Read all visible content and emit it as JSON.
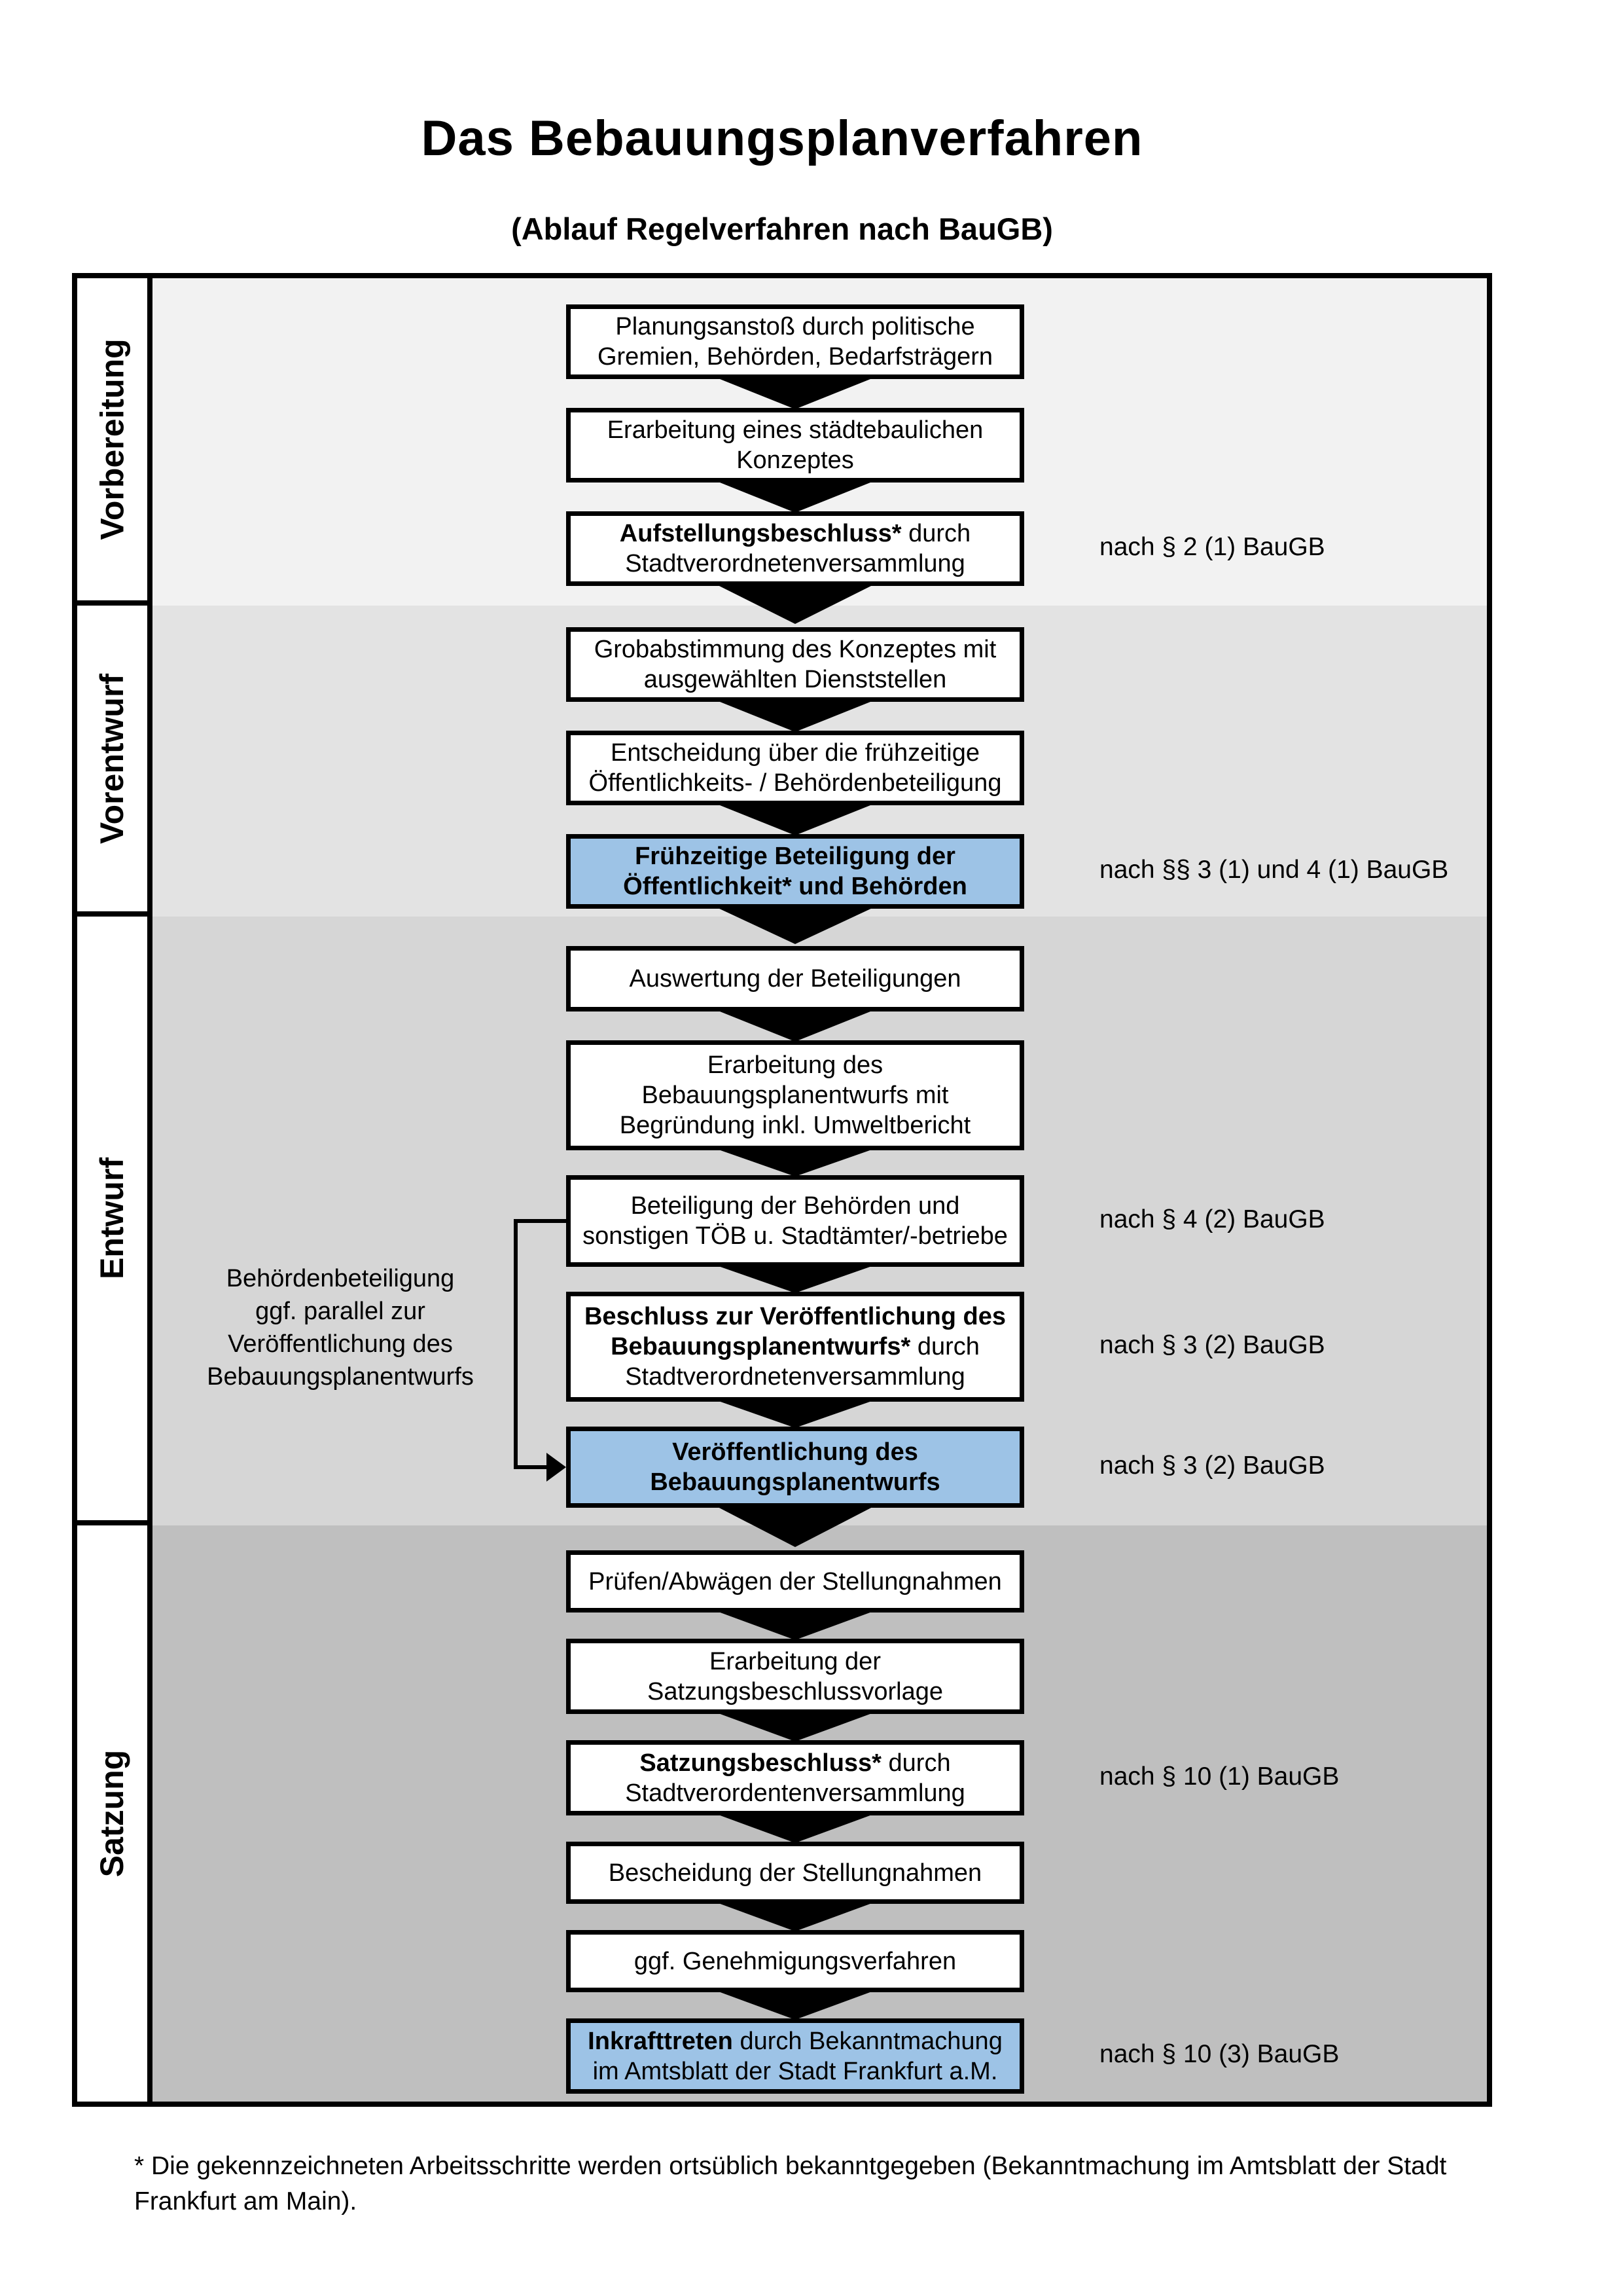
{
  "header": {
    "title": "Das Bebauungsplanverfahren",
    "subtitle": "(Ablauf Regelverfahren nach BauGB)"
  },
  "phases": [
    {
      "label": "Vorbereitung"
    },
    {
      "label": "Vorentwurf"
    },
    {
      "label": "Entwurf"
    },
    {
      "label": "Satzung"
    }
  ],
  "steps": [
    {
      "lines": [
        {
          "t": "Planungsanstoß durch politische"
        },
        {
          "t": "Gremien, Behörden, Bedarfsträgern"
        }
      ]
    },
    {
      "lines": [
        {
          "t": "Erarbeitung eines städtebaulichen"
        },
        {
          "t": "Konzeptes"
        }
      ]
    },
    {
      "lines": [
        {
          "b": "Aufstellungsbeschluss*",
          "t": " durch"
        },
        {
          "t": "Stadtverordnetenversammlung"
        }
      ]
    },
    {
      "lines": [
        {
          "t": "Grobabstimmung des Konzeptes mit"
        },
        {
          "t": "ausgewählten Dienststellen"
        }
      ]
    },
    {
      "lines": [
        {
          "t": "Entscheidung über die frühzeitige"
        },
        {
          "t": "Öffentlichkeits- / Behördenbeteiligung"
        }
      ]
    },
    {
      "highlighted": true,
      "lines": [
        {
          "b": "Frühzeitige Beteiligung der"
        },
        {
          "b": "Öffentlichkeit* und Behörden"
        }
      ]
    },
    {
      "lines": [
        {
          "t": "Auswertung der Beteiligungen"
        }
      ]
    },
    {
      "lines": [
        {
          "t": "Erarbeitung des"
        },
        {
          "t": "Bebauungsplanentwurfs mit"
        },
        {
          "t": "Begründung inkl. Umweltbericht"
        }
      ]
    },
    {
      "lines": [
        {
          "t": "Beteiligung der Behörden und"
        },
        {
          "t": "sonstigen TÖB u. Stadtämter/-betriebe"
        }
      ]
    },
    {
      "lines": [
        {
          "b": "Beschluss zur Veröffentlichung des"
        },
        {
          "b": "Bebauungsplanentwurfs*",
          "t": " durch"
        },
        {
          "t": "Stadtverordnetenversammlung"
        }
      ]
    },
    {
      "highlighted": true,
      "lines": [
        {
          "b": "Veröffentlichung des"
        },
        {
          "b": "Bebauungsplanentwurfs"
        }
      ]
    },
    {
      "lines": [
        {
          "t": "Prüfen/Abwägen der Stellungnahmen"
        }
      ]
    },
    {
      "lines": [
        {
          "t": "Erarbeitung der"
        },
        {
          "t": "Satzungsbeschlussvorlage"
        }
      ]
    },
    {
      "lines": [
        {
          "b": "Satzungsbeschluss*",
          "t": " durch"
        },
        {
          "t": "Stadtverordentenversammlung"
        }
      ]
    },
    {
      "lines": [
        {
          "t": "Bescheidung der Stellungnahmen"
        }
      ]
    },
    {
      "lines": [
        {
          "t": "ggf. Genehmigungsverfahren"
        }
      ]
    },
    {
      "highlighted": true,
      "lines": [
        {
          "b": "Inkrafttreten",
          "t": " durch Bekanntmachung"
        },
        {
          "t": "im Amtsblatt der Stadt Frankfurt a.M."
        }
      ]
    }
  ],
  "law_refs": [
    {
      "text": "nach § 2 (1) BauGB"
    },
    {
      "text": "nach §§ 3 (1) und 4 (1) BauGB"
    },
    {
      "text": "nach § 4 (2) BauGB"
    },
    {
      "text": "nach § 3 (2) BauGB"
    },
    {
      "text": "nach § 3 (2) BauGB"
    },
    {
      "text": "nach § 10 (1) BauGB"
    },
    {
      "text": "nach § 10 (3) BauGB"
    }
  ],
  "side_note": {
    "lines": [
      "Behördenbeteiligung",
      "ggf. parallel zur",
      "Veröffentlichung des",
      "Bebauungsplanentwurfs"
    ]
  },
  "footnote": {
    "lines": [
      "* Die gekennzeichneten Arbeitsschritte werden ortsüblich bekanntgegeben (Bekanntmachung im Amtsblatt  der Stadt",
      "Frankfurt am Main)."
    ]
  },
  "colors": {
    "highlight_blue": "#9dc3e6",
    "phase_backgrounds": [
      "#f2f2f2",
      "#e3e3e3",
      "#d6d6d6",
      "#bfbfbf"
    ],
    "border_black": "#000000"
  }
}
